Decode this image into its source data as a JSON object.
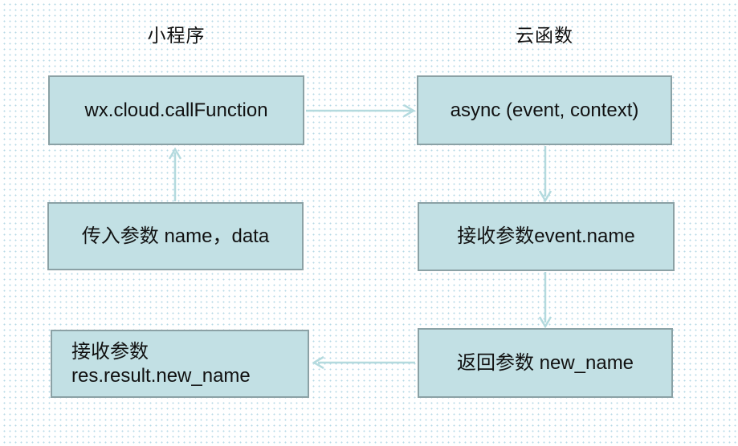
{
  "titles": {
    "left": "小程序",
    "right": "云函数"
  },
  "boxes": {
    "call_function": {
      "label": "wx.cloud.callFunction"
    },
    "async_handler": {
      "label": "async (event, context)"
    },
    "pass_params": {
      "label": "传入参数 name，data"
    },
    "receive_event": {
      "label": "接收参数event.name"
    },
    "receive_result": {
      "line1": "接收参数",
      "line2": "res.result.new_name"
    },
    "return_param": {
      "label": "返回参数 new_name"
    }
  },
  "arrows": [
    {
      "name": "call-to-async",
      "from": "call_function",
      "to": "async_handler",
      "direction": "right"
    },
    {
      "name": "params-to-call",
      "from": "pass_params",
      "to": "call_function",
      "direction": "up"
    },
    {
      "name": "async-to-receive",
      "from": "async_handler",
      "to": "receive_event",
      "direction": "down"
    },
    {
      "name": "receive-to-return",
      "from": "receive_event",
      "to": "return_param",
      "direction": "down"
    },
    {
      "name": "return-to-result",
      "from": "return_param",
      "to": "receive_result",
      "direction": "left"
    }
  ],
  "colors": {
    "box_fill": "#c2e0e4",
    "box_border": "#8ba1a5",
    "arrow": "#b4dade",
    "text": "#111111",
    "background": "#ffffff",
    "background_dot": "#b5d8e6"
  }
}
